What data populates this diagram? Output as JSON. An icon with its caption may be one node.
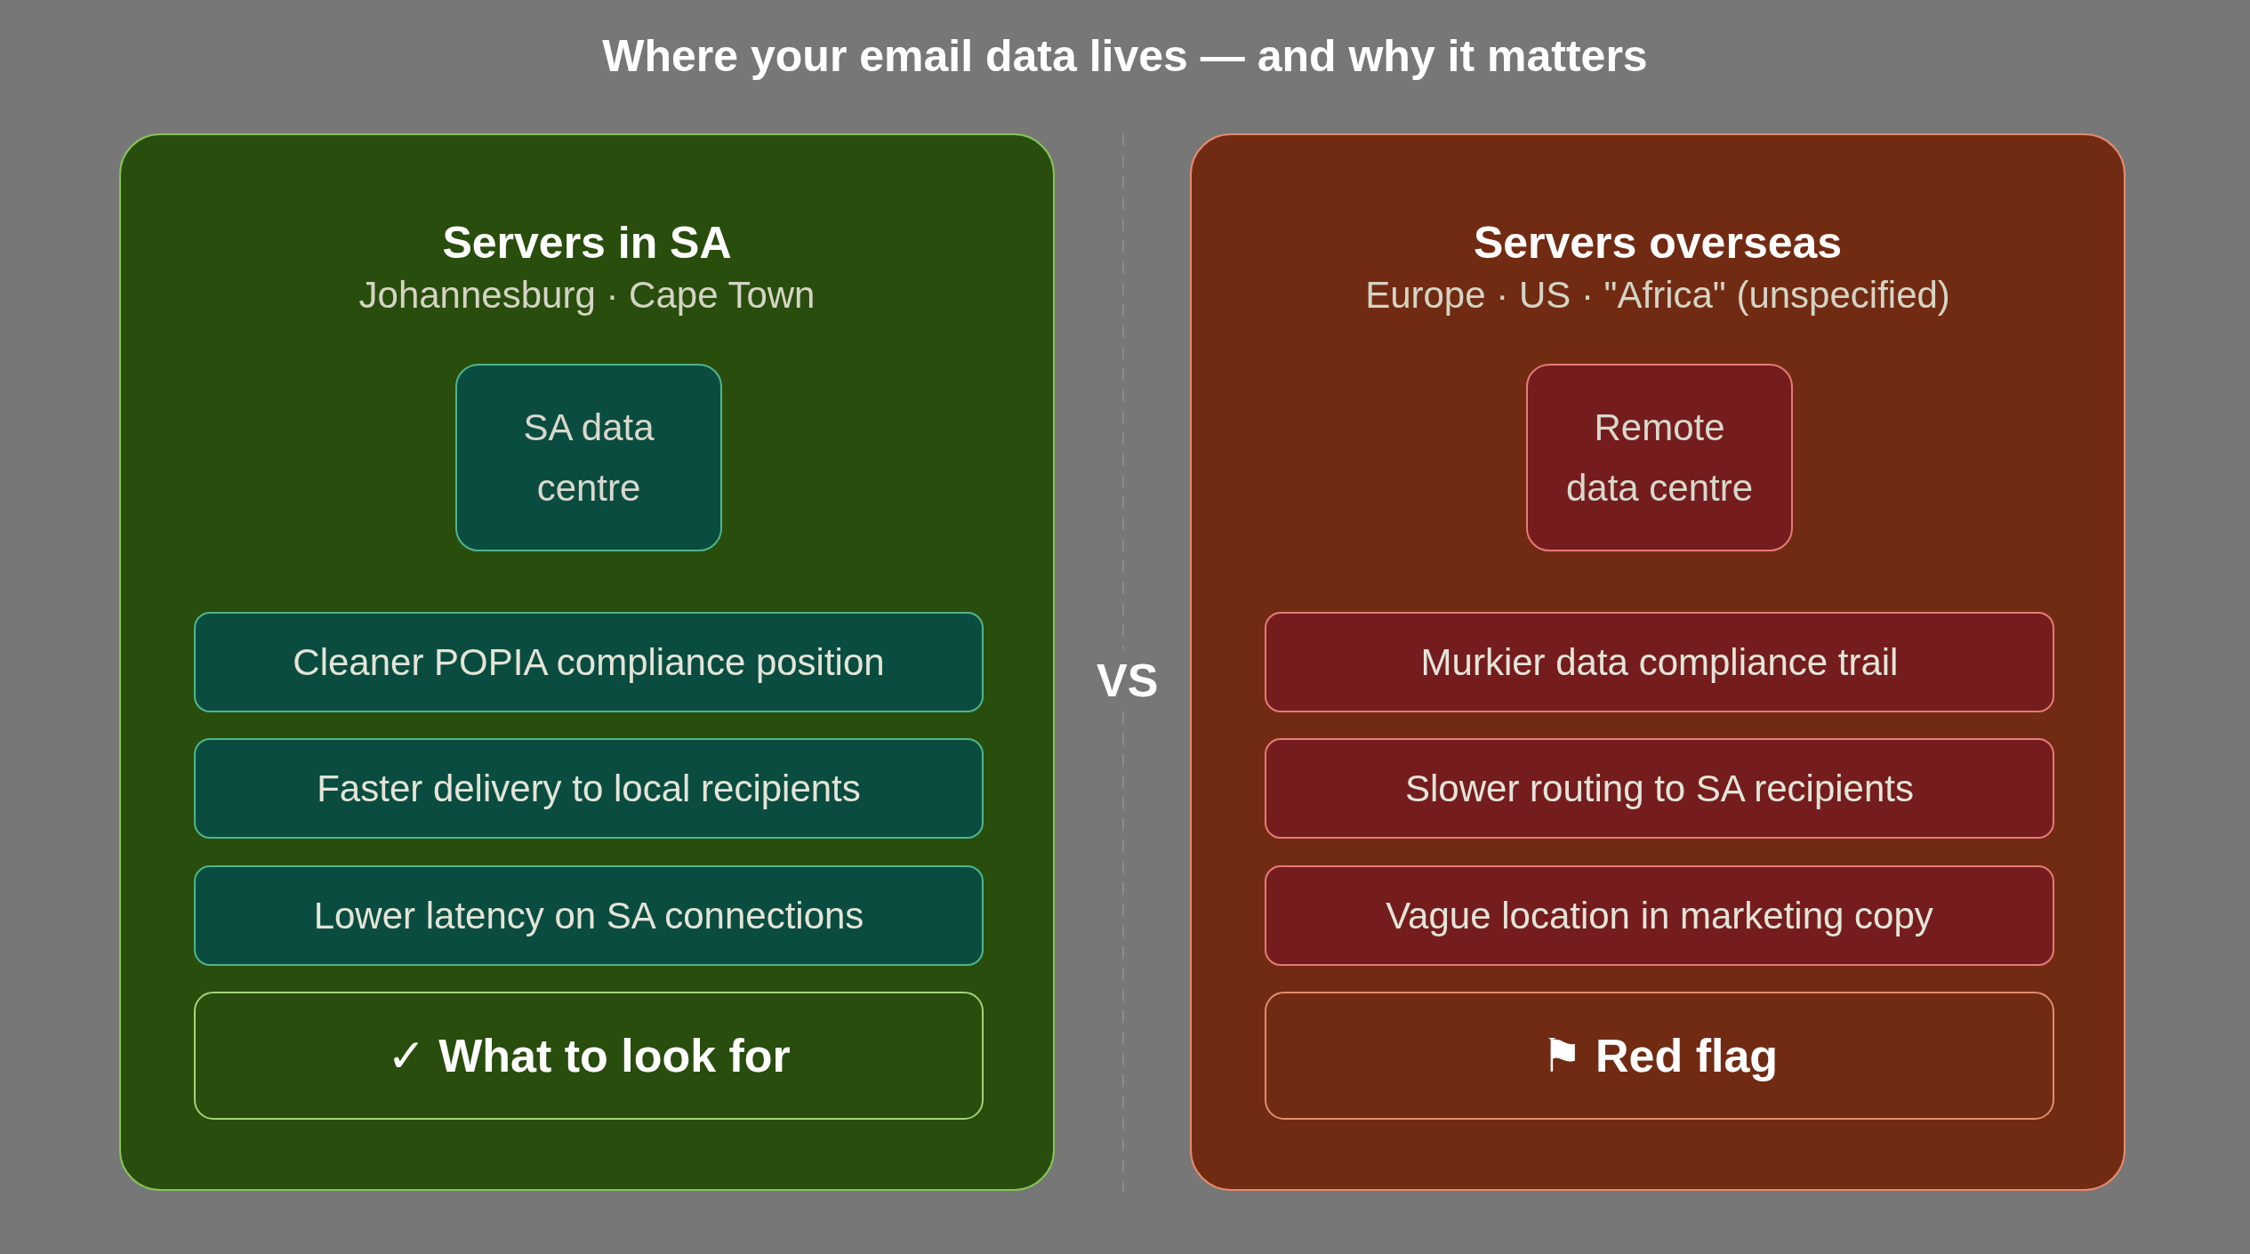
{
  "diagram": {
    "title": "Where your email data lives — and why it matters",
    "nodes": [
      {
        "text": [
          "Servers in SA",
          "Johannesburg · Cape Town"
        ]
      },
      {
        "text": [
          "SA data centre"
        ],
        "in": 0
      },
      {
        "text": [
          "Cleaner POPIA compliance position"
        ],
        "in": 0
      },
      {
        "text": [
          "Faster delivery to local recipients"
        ],
        "in": 0
      },
      {
        "text": [
          "Lower latency on SA connections"
        ],
        "in": 0
      },
      {
        "text": [
          "✓ What to look for"
        ],
        "in": 0
      },
      {
        "text": [
          "Servers overseas",
          "Europe · US · \"Africa\" (unspecified)"
        ]
      },
      {
        "text": [
          "Remote data centre"
        ],
        "in": 6
      },
      {
        "text": [
          "Murkier data compliance trail"
        ],
        "in": 6
      },
      {
        "text": [
          "Slower routing to SA recipients"
        ],
        "in": 6
      },
      {
        "text": [
          "Vague location in marketing copy"
        ],
        "in": 6
      },
      {
        "text": [
          "⚑ Red flag"
        ],
        "in": 6
      }
    ],
    "labels": [
      "VS"
    ]
  }
}
